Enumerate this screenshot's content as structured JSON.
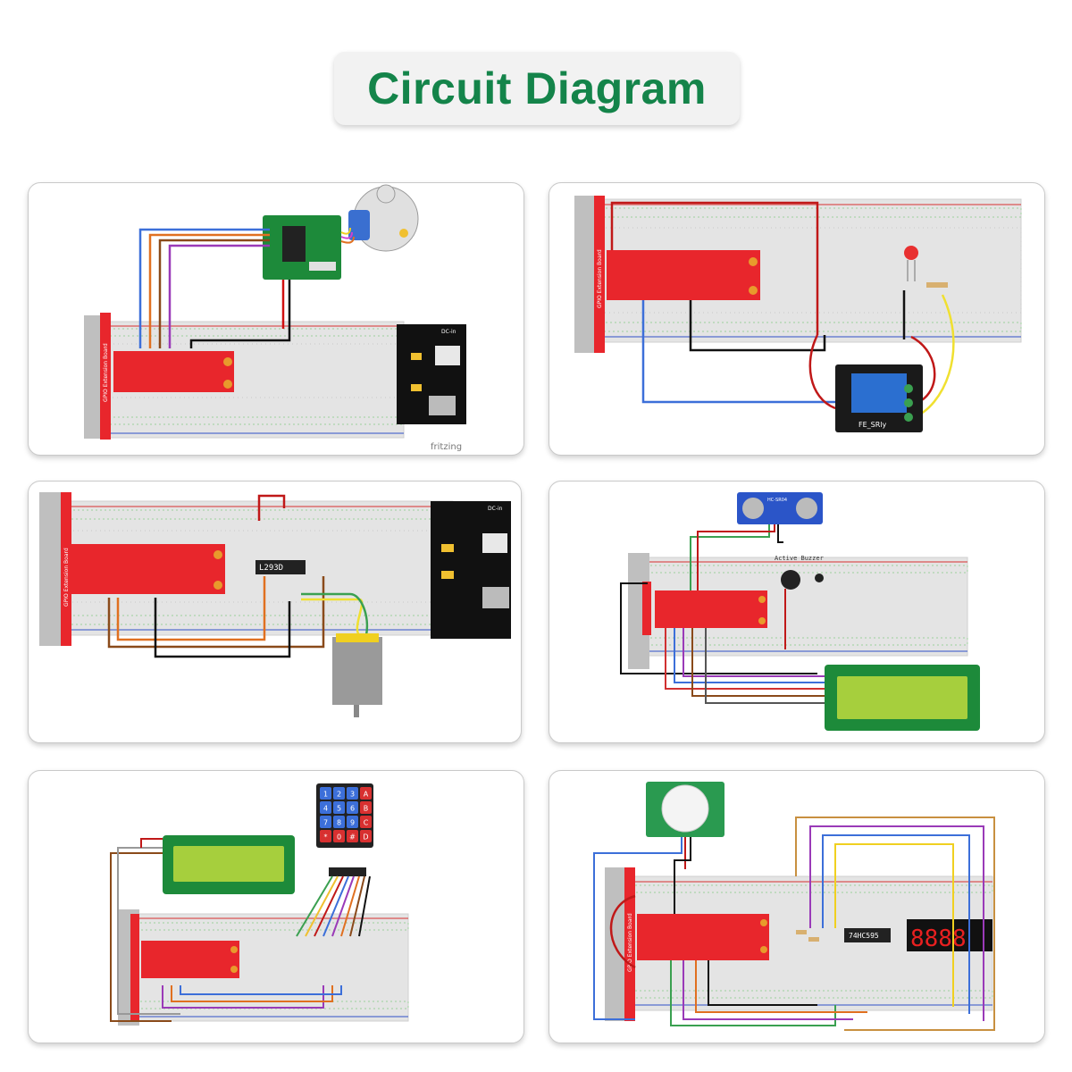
{
  "title": "Circuit Diagram",
  "colors": {
    "title": "#14844a",
    "breadboard": "#e6e6e6",
    "gpio_board": "#e8262c",
    "lcd": "#a6cf3d",
    "pcb_green": "#1d8a3a",
    "power_module": "#111111"
  },
  "gpio_board_label": "GPIO Extension Board",
  "panels": {
    "p1": {
      "watermark": "fritzing",
      "dc_label": "DC-in"
    },
    "p2": {
      "relay_label": "FE_SRly"
    },
    "p3": {
      "chip_label": "L293D",
      "dc_label": "DC-in"
    },
    "p4": {
      "sensor_label": "HC-SR04",
      "buzzer_label": "Active Buzzer"
    },
    "p5": {
      "keypad_keys": [
        "1",
        "2",
        "3",
        "A",
        "4",
        "5",
        "6",
        "B",
        "7",
        "8",
        "9",
        "C",
        "*",
        "0",
        "#",
        "D"
      ]
    },
    "p6": {
      "chip_label": "74HC595"
    }
  }
}
